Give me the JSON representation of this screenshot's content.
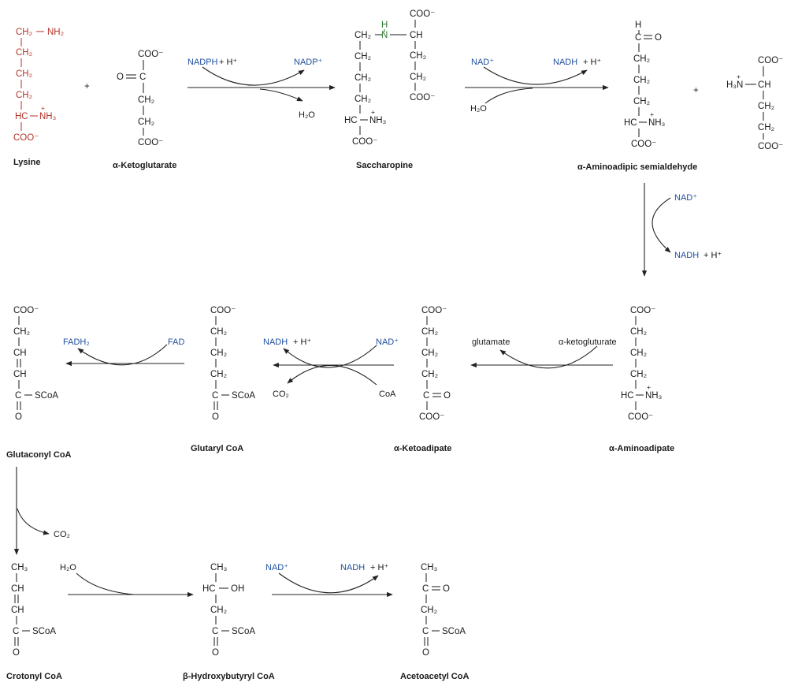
{
  "colors": {
    "ink": "#1a1a1a",
    "lysine": "#b5332a",
    "cofactor": "#1f4fa0",
    "highlight": "#2e7d32"
  },
  "names": {
    "lysine": "Lysine",
    "ketoglutarate": "α-Ketoglutarate",
    "saccharopine": "Saccharopine",
    "aminoadipic_semialdehyde": "α-Aminoadipic semialdehyde",
    "aminoadipate": "α-Aminoadipate",
    "ketoadipate": "α-Ketoadipate",
    "glutaryl_coa": "Glutaryl CoA",
    "glutaconyl_coa": "Glutaconyl CoA",
    "crotonyl_coa": "Crotonyl CoA",
    "hydroxybutyryl_coa": "β-Hydroxybutyryl CoA",
    "acetoacetyl_coa": "Acetoacetyl CoA"
  },
  "cofactors": {
    "nadph": "NADPH",
    "h_plus": "+ H⁺",
    "nadp": "NADP⁺",
    "nad": "NAD⁺",
    "nadh": "NADH",
    "water": "H₂O",
    "co2": "CO₂",
    "fad": "FAD",
    "fadh2": "FADH₂",
    "coa": "CoA",
    "glutamate": "glutamate",
    "alpha_ketoglutarate": "α-ketogluturate"
  },
  "plus_sign": "+",
  "atoms": {
    "ch2": "CH₂",
    "ch": "CH",
    "ch3": "CH₃",
    "c": "C",
    "o": "O",
    "h": "H",
    "n": "N",
    "coo": "COO⁻",
    "nh2": "NH₂",
    "nh3": "NH₃",
    "h3n": "H₃N",
    "scoa": "SCoA",
    "oh": "OH",
    "plus": "+",
    "hc": "HC"
  }
}
